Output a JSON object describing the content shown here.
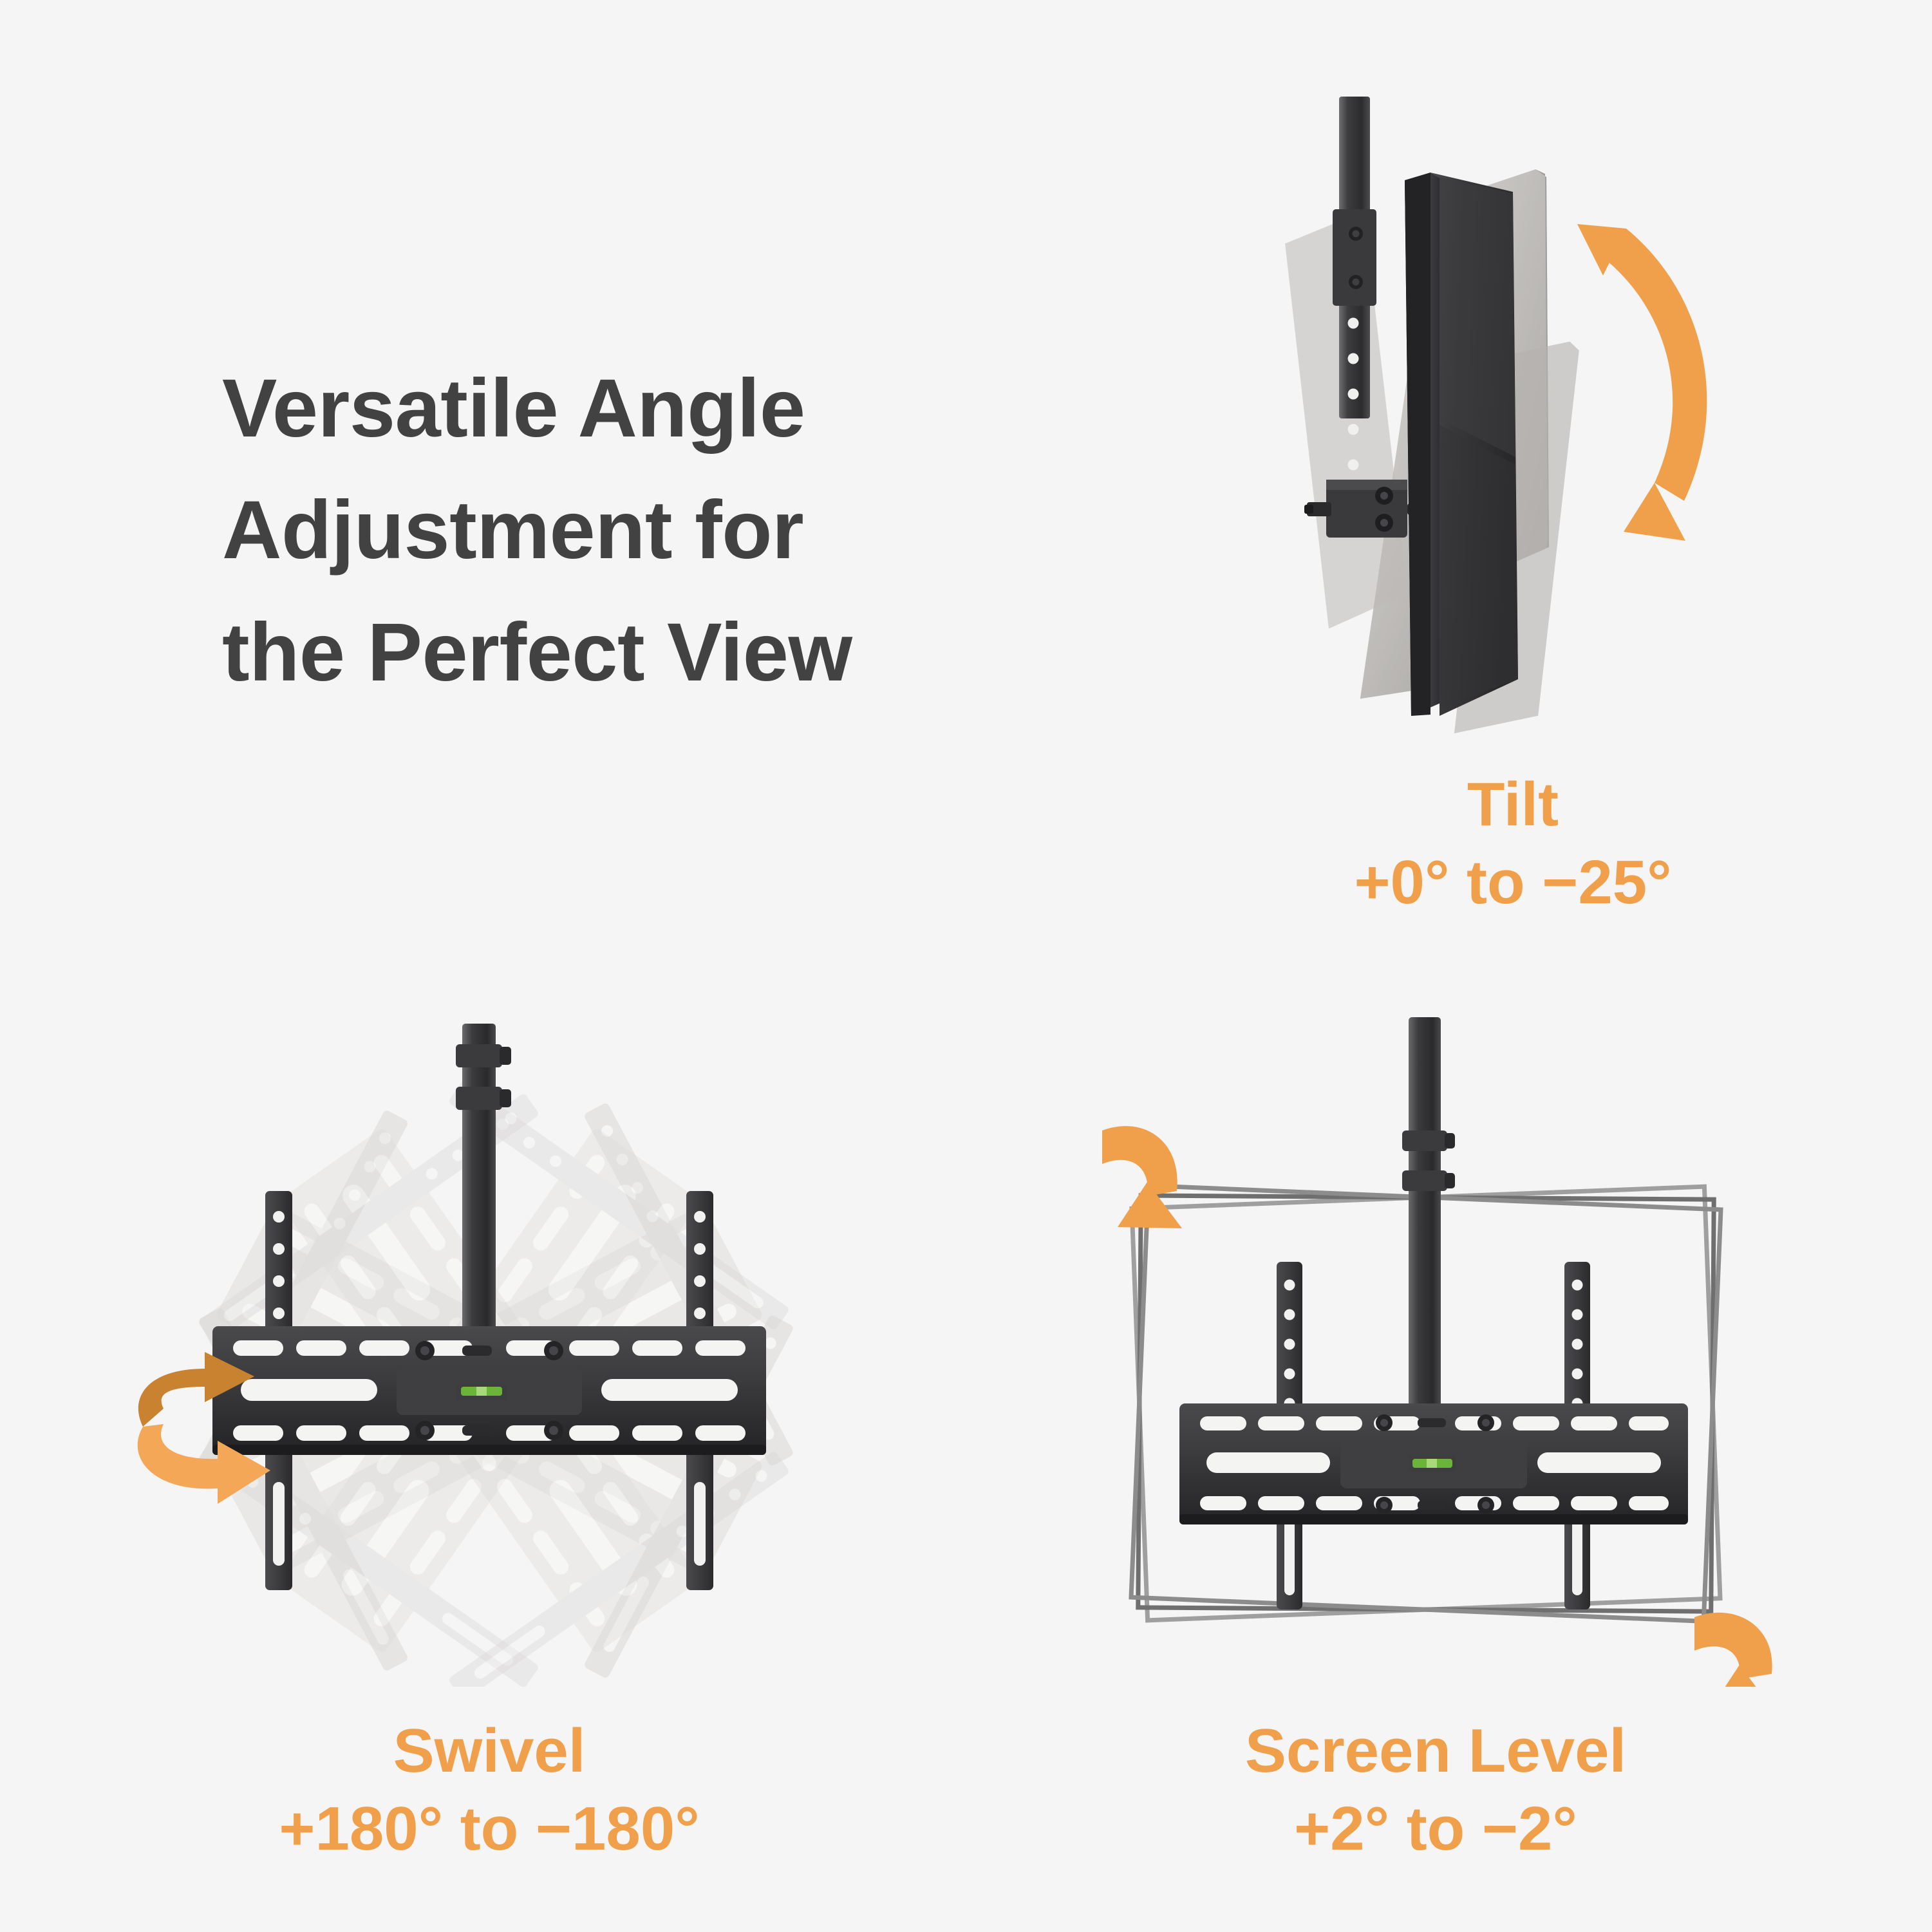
{
  "page": {
    "background_color": "#f5f5f5",
    "accent_color": "#f0a04b",
    "heading_color": "#424242",
    "hardware_color": "#3a3a3c",
    "ghost_color": "#b9b9b9",
    "bubble_level_color": "#5aa832"
  },
  "headline": {
    "line1": "Versatile Angle",
    "line2": "Adjustment for",
    "line3": "the Perfect View"
  },
  "panels": [
    {
      "id": "tilt",
      "title": "Tilt",
      "range": "+0° to −25°",
      "icon": "tilt-double-arrow-icon",
      "illustration": "tv-mount-side-view-tilting"
    },
    {
      "id": "swivel",
      "title": "Swivel",
      "range": "+180° to −180°",
      "icon": "swivel-loop-arrow-icon",
      "illustration": "ceiling-mount-bottom-view-swiveling"
    },
    {
      "id": "screen-level",
      "title": "Screen Level",
      "range": "+2° to −2°",
      "icon": "level-rotate-arrow-icon",
      "illustration": "ceiling-mount-front-view-leveling"
    }
  ]
}
